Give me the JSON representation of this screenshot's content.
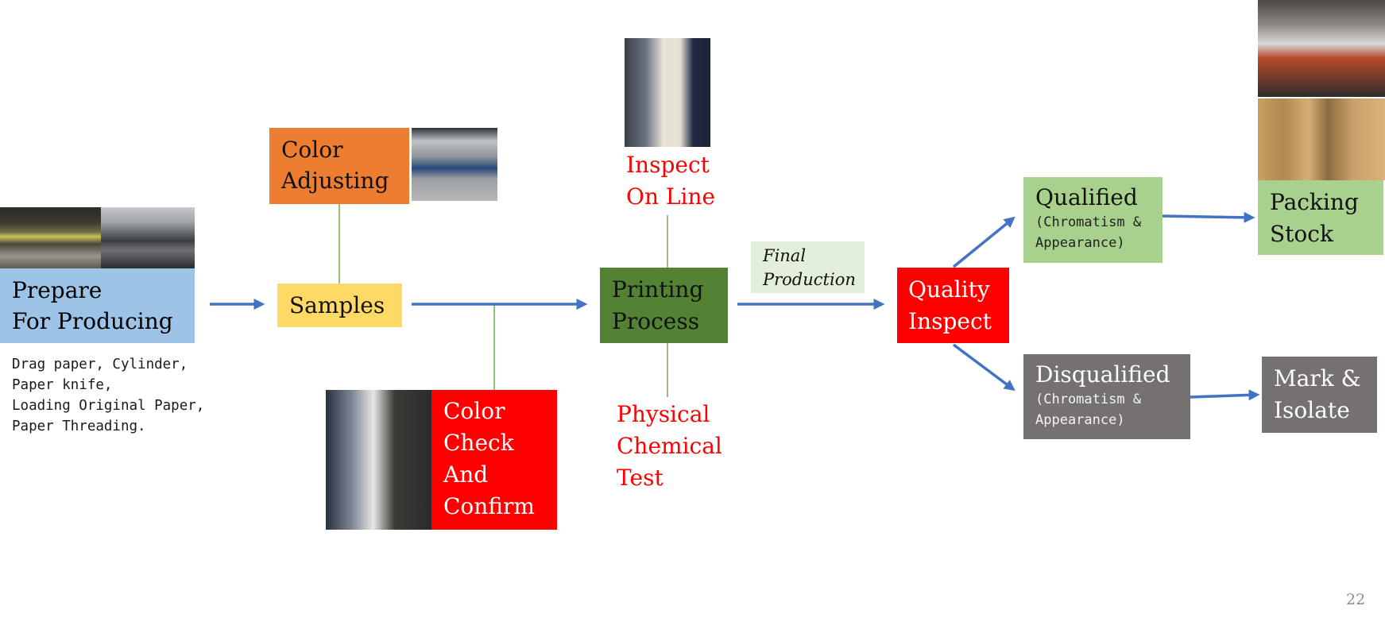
{
  "slide": {
    "page_number": "22",
    "colors": {
      "arrow": "#4472C4",
      "connector": "#70AD47",
      "prepare_fill": "#9DC3E6",
      "color_adjusting_fill": "#ED7D31",
      "samples_fill": "#FFD966",
      "printing_fill": "#548235",
      "quality_fill": "#FF0000",
      "color_check_fill": "#FF0000",
      "final_production_fill": "#E2EFDA",
      "qualified_fill": "#A9D18E",
      "packing_fill": "#A9D18E",
      "disqualified_fill": "#767171",
      "mark_isolate_fill": "#767171",
      "red_text": "#FF0000"
    }
  },
  "nodes": {
    "prepare": {
      "title": "Prepare\nFor Producing",
      "note": "Drag paper,  Cylinder,\nPaper knife,\nLoading Original Paper,\nPaper Threading.",
      "photos": [
        "paper-machine-photo",
        "cylinder-storage-photo"
      ]
    },
    "color_adjusting": {
      "title": "Color\nAdjusting",
      "photo": "ink-lab-photo"
    },
    "samples": {
      "title": "Samples"
    },
    "color_check": {
      "title": "Color\nCheck\nAnd\nConfirm",
      "photo": "color-check-photo"
    },
    "printing": {
      "title": "Printing\nProcess"
    },
    "inspect_online": {
      "title": "Inspect\nOn Line",
      "photo": "online-inspection-photo"
    },
    "physical_test": {
      "title": "Physical\nChemical\nTest"
    },
    "final_production": {
      "title": "Final\nProduction"
    },
    "quality": {
      "title": "Quality\nInspect"
    },
    "qualified": {
      "title": "Qualified",
      "subtitle": "(Chromatism &\nAppearance)"
    },
    "disqualified": {
      "title": "Disqualified",
      "subtitle": "(Chromatism &\nAppearance)"
    },
    "packing": {
      "title": "Packing\nStock",
      "photos": [
        "rewinding-photo",
        "stock-rolls-photo"
      ]
    },
    "mark_isolate": {
      "title": "Mark &\nIsolate"
    }
  }
}
